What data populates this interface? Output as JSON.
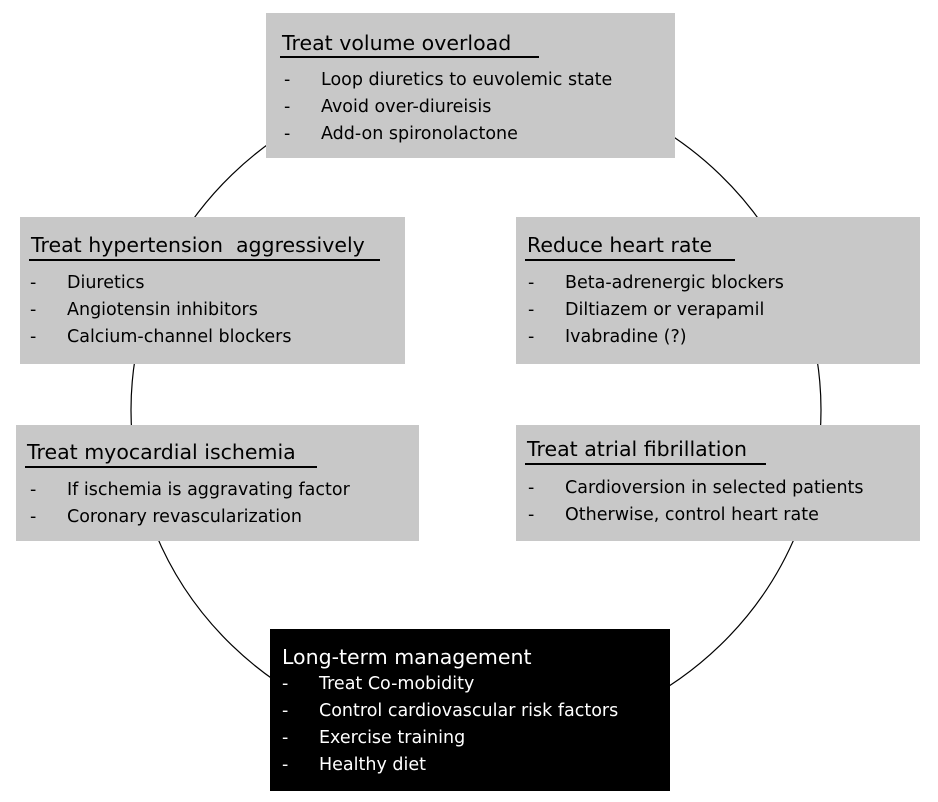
{
  "colors": {
    "box_fill": "#c8c8c8",
    "dark_box_fill": "#000000",
    "dark_box_text": "#ffffff",
    "connector": "#000000"
  },
  "boxes": {
    "volume": {
      "title": "Treat volume overload",
      "items": [
        "Loop diuretics to euvolemic state",
        "Avoid over-diureisis",
        "Add-on spironolactone"
      ]
    },
    "hypertension": {
      "title": "Treat hypertension  aggressively",
      "items": [
        "Diuretics",
        "Angiotensin inhibitors",
        "Calcium-channel blockers"
      ]
    },
    "heart_rate": {
      "title": "Reduce heart rate",
      "items": [
        "Beta-adrenergic blockers",
        "Diltiazem or verapamil",
        "Ivabradine (?)"
      ]
    },
    "ischemia": {
      "title": "Treat myocardial ischemia",
      "items": [
        "If ischemia is aggravating factor",
        "Coronary revascularization"
      ]
    },
    "atrial_fibrillation": {
      "title": "Treat atrial fibrillation",
      "items": [
        "Cardioversion in selected patients",
        "Otherwise, control heart rate"
      ]
    },
    "long_term": {
      "title": "Long-term management",
      "items": [
        "Treat Co-mobidity",
        "Control cardiovascular risk factors",
        "Exercise training",
        "Healthy diet"
      ]
    }
  }
}
